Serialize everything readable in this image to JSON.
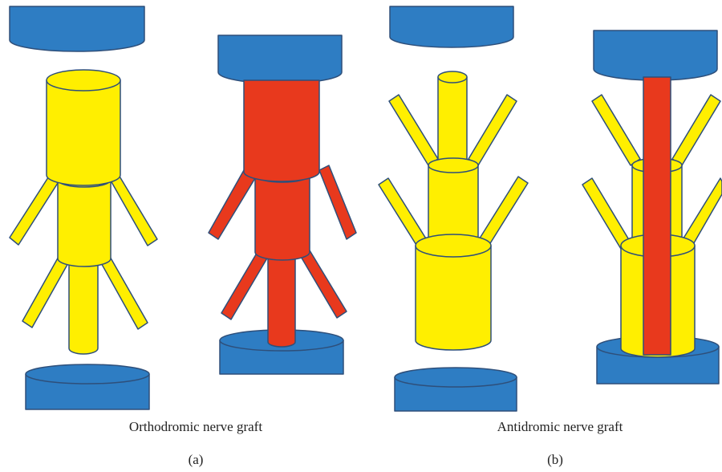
{
  "colors": {
    "blue": "#2e7dc3",
    "yellow": "#ffef00",
    "red": "#e8391d",
    "outline": "#2e4f7a"
  },
  "labels": {
    "caption_a": "Orthodromic nerve graft",
    "caption_b": "Antidromic nerve graft",
    "panel_a": "(a)",
    "panel_b": "(b)"
  }
}
